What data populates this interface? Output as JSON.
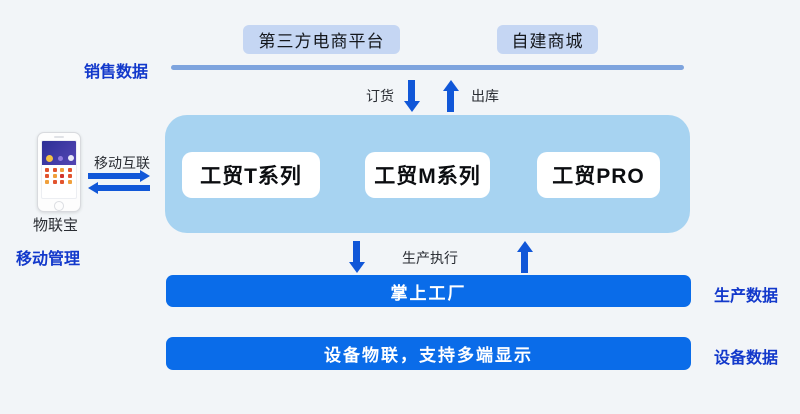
{
  "top": {
    "platform_label": "第三方电商平台",
    "mall_label": "自建商城",
    "sales_label": "销售数据",
    "order_label": "订货",
    "outbound_label": "出库"
  },
  "left": {
    "mobile_link_label": "移动互联",
    "phone_caption": "物联宝",
    "mobile_mgmt_label": "移动管理"
  },
  "core": {
    "products": [
      {
        "label": "工贸T系列"
      },
      {
        "label": "工贸M系列"
      },
      {
        "label": "工贸PRO"
      }
    ]
  },
  "middle": {
    "production_exec_label": "生产执行"
  },
  "bars": [
    {
      "label": "掌上工厂",
      "side_label": "生产数据"
    },
    {
      "label": "设备物联，支持多端显示",
      "side_label": "设备数据"
    }
  ],
  "colors": {
    "accent_bright_blue": "#0a6ce9",
    "core_light_blue": "#a7d3f1",
    "top_box_periwinkle": "#c5d6f3",
    "divider_line_blue": "#7ea4de",
    "label_blue": "#1339cb",
    "arrow_blue": "#1157d8",
    "background": "#f2f5f8"
  }
}
